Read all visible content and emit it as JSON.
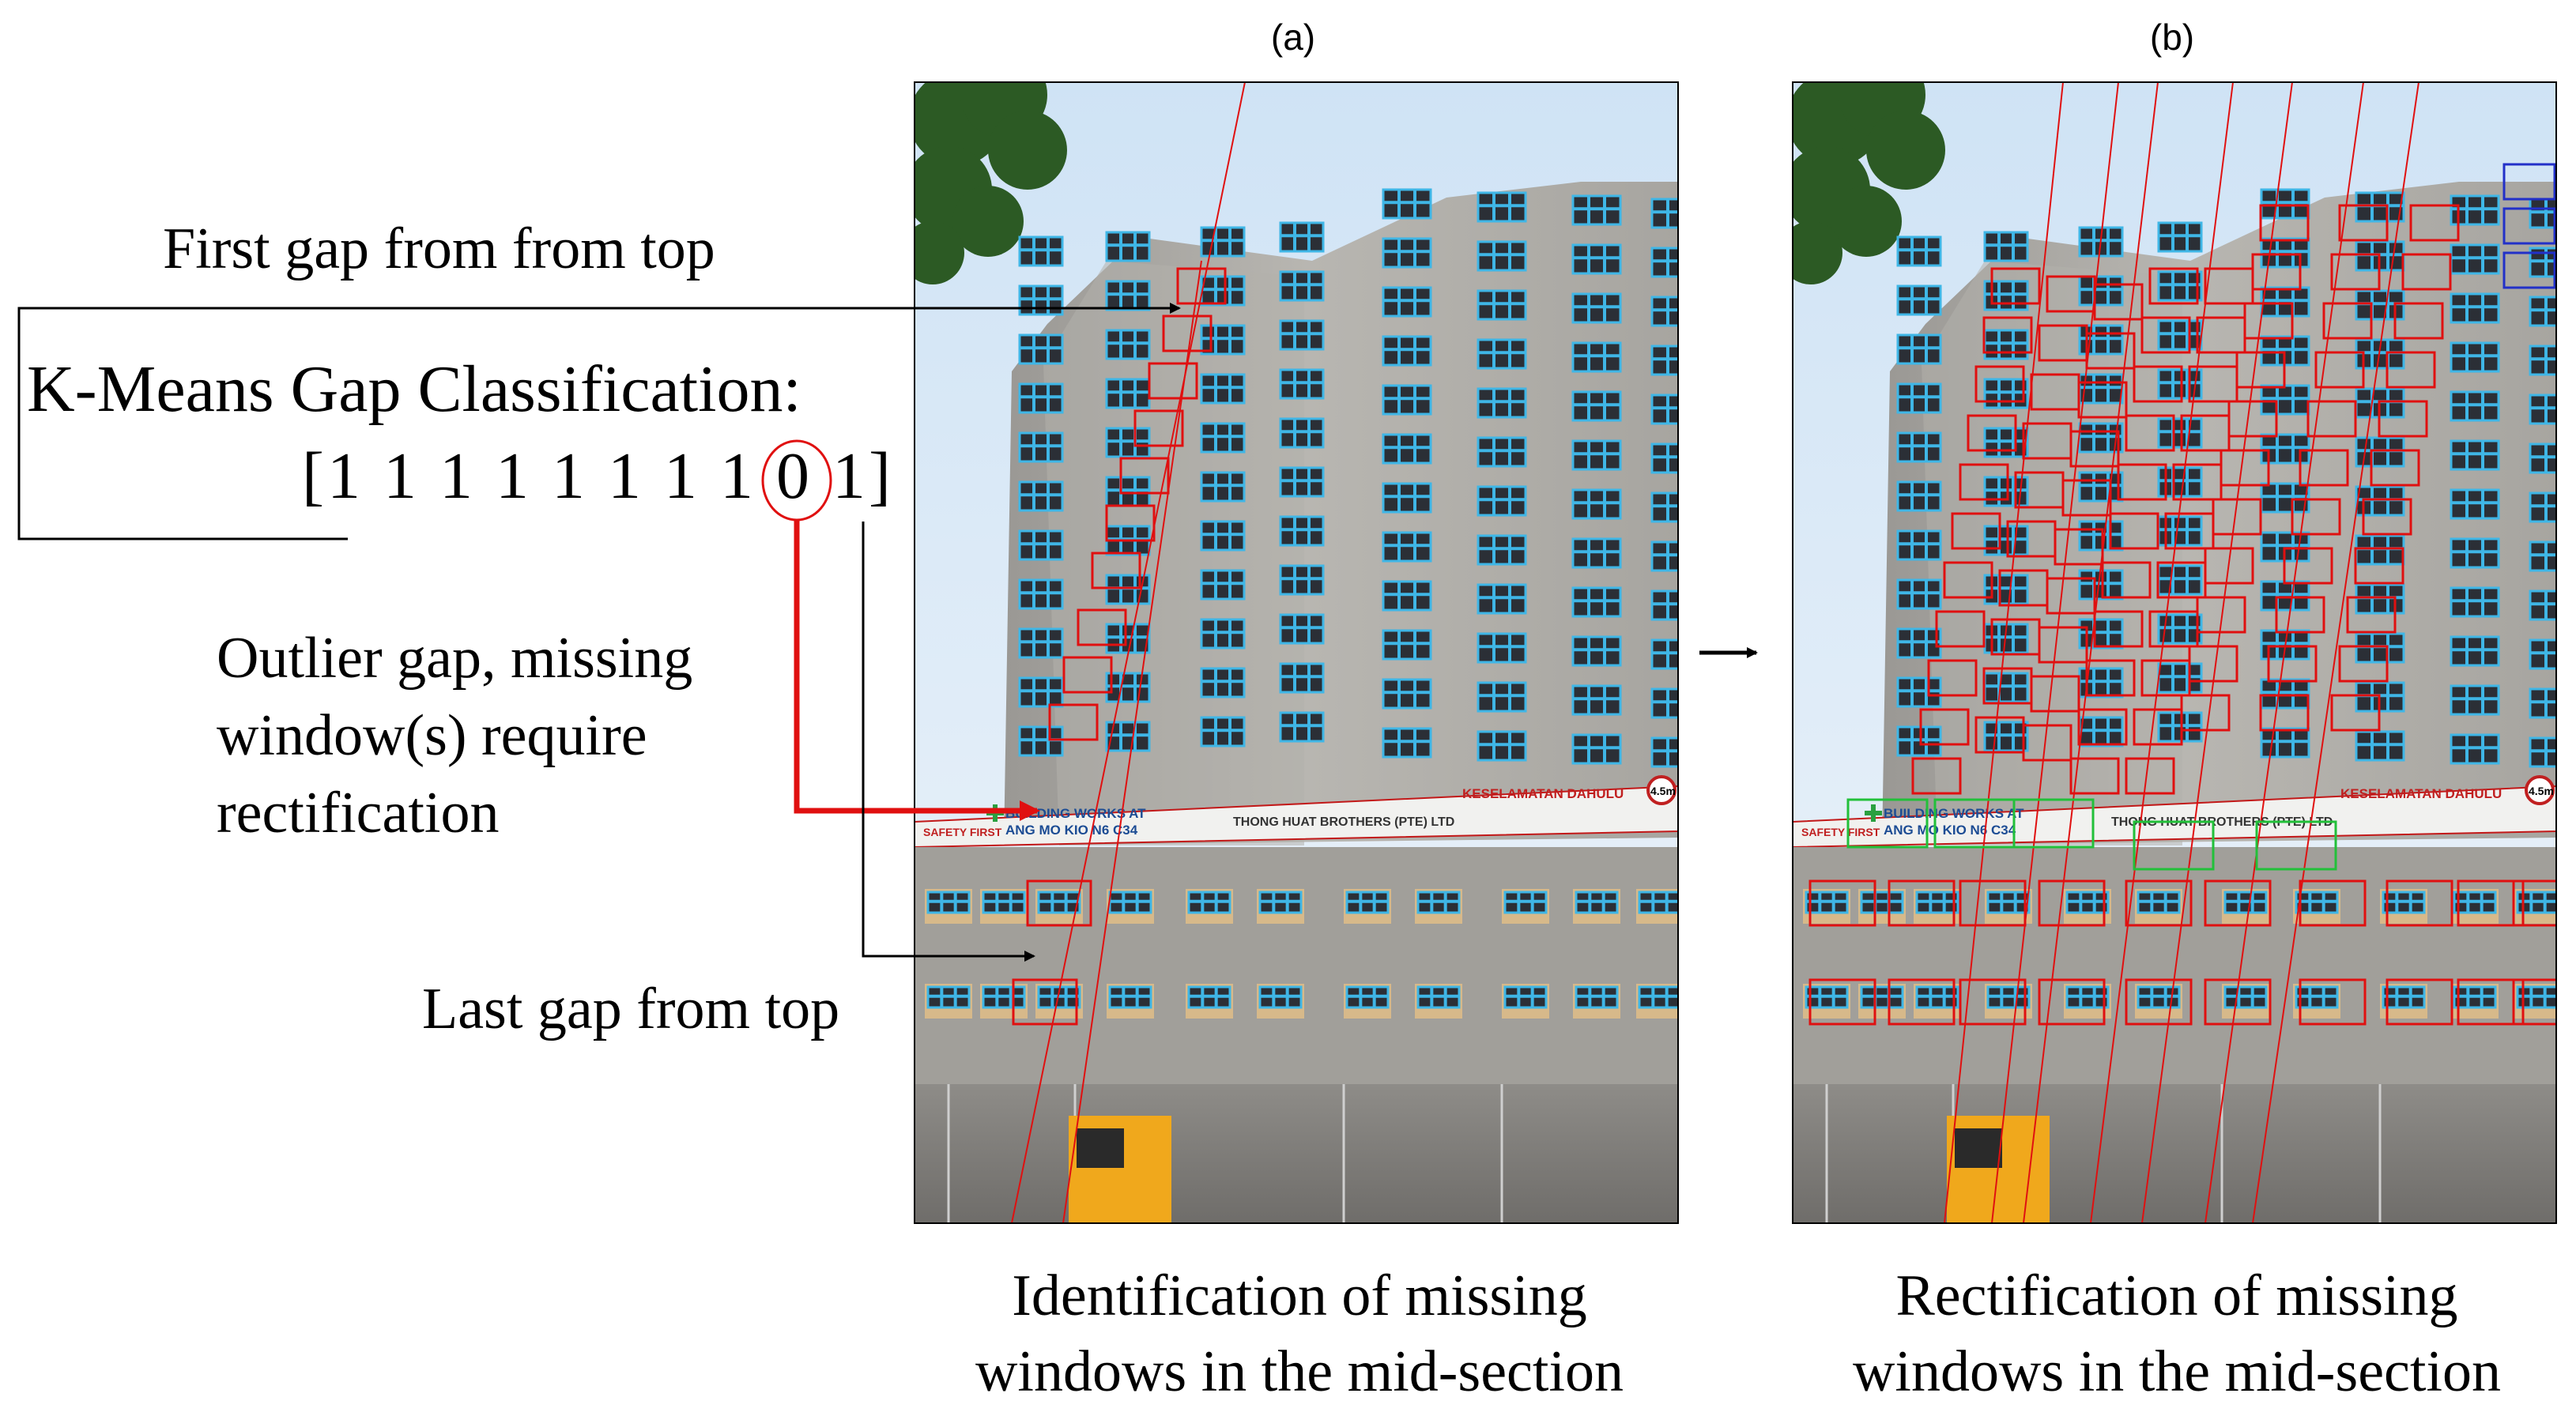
{
  "panels": {
    "a": {
      "label": "(a)",
      "caption_line1": "Identification of missing",
      "caption_line2": "windows in the mid-section"
    },
    "b": {
      "label": "(b)",
      "caption_line1": "Rectification of missing",
      "caption_line2": "windows in the mid-section"
    }
  },
  "annotations": {
    "first_gap": "First gap from from top",
    "kmeans_title": "K-Means Gap Classification:",
    "classification_vector": "[1 1 1 1 1 1 1 1 0 1]",
    "outlier_line1": "Outlier gap, missing",
    "outlier_line2": "window(s) require",
    "outlier_line3": "rectification",
    "last_gap": "Last gap from top"
  },
  "signage": {
    "safety": "SAFETY FIRST",
    "works_line1": "BUILDING WORKS AT",
    "works_line2": "ANG MO KIO N6 C34",
    "contractor": "THONG HUAT BROTHERS (PTE) LTD",
    "keselamatan": "KESELAMATAN DAHULU",
    "height": "4.5m"
  },
  "colors": {
    "detection": "#e01010",
    "added": "#22c03a",
    "extra": "#2230c8",
    "arrow_red": "#e01010",
    "arrow_black": "#000000"
  }
}
